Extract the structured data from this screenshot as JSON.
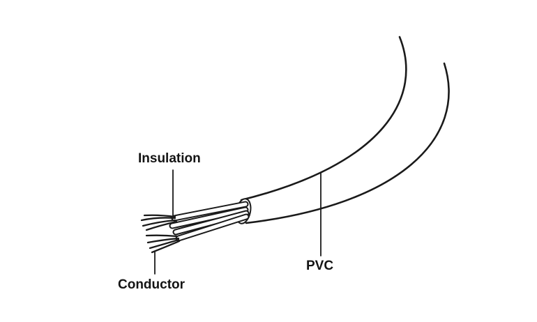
{
  "diagram": {
    "labels": {
      "insulation": "Insulation",
      "conductor": "Conductor",
      "pvc": "PVC"
    },
    "colors": {
      "line": "#1a1a1a",
      "background": "#ffffff",
      "wire_core": "#ffffff"
    }
  }
}
